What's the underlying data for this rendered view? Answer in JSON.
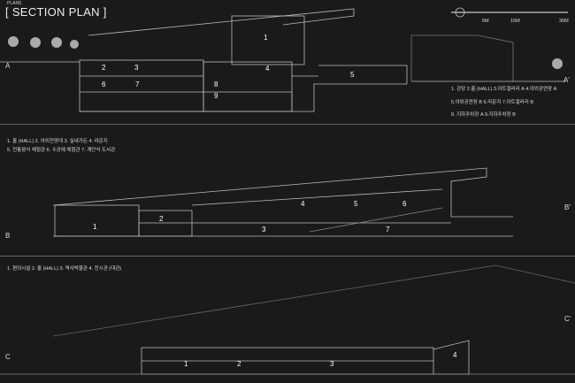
{
  "header": {
    "supertitle": "PLANS",
    "title": "[ SECTION PLAN ]"
  },
  "scale": {
    "ticks": [
      "5M",
      "15M",
      "30M"
    ]
  },
  "sectionA": {
    "start": "A",
    "end": "A'",
    "rooms": [
      "1",
      "2",
      "3",
      "4",
      "5",
      "6",
      "7",
      "8",
      "9"
    ],
    "legend": [
      "1. 강당   2.홀 (HALL)  3.아트갤러리 A  4.야외공연장 A",
      "5.야외공연장 B  6.라운지  7.아트갤러리 B",
      "8. 지하주차장 A  9.지하주차장 B"
    ]
  },
  "sectionB": {
    "start": "B",
    "end": "B'",
    "rooms": [
      "1",
      "2",
      "3",
      "4",
      "5",
      "6",
      "7"
    ],
    "legend": [
      "1. 홀 (HALL)   2. 야외전망대  3. 실내가든  4. 라운지",
      "5. 전통음식 체험관  6. 수공예 체험관  7. 계단식 도서관"
    ]
  },
  "sectionC": {
    "start": "C",
    "end": "C'",
    "rooms": [
      "1",
      "2",
      "3",
      "4"
    ],
    "legend": [
      "1. 편의시설  2. 홀 (HALL)  3. 역사박물관  4. 전시관 (대관)"
    ]
  }
}
